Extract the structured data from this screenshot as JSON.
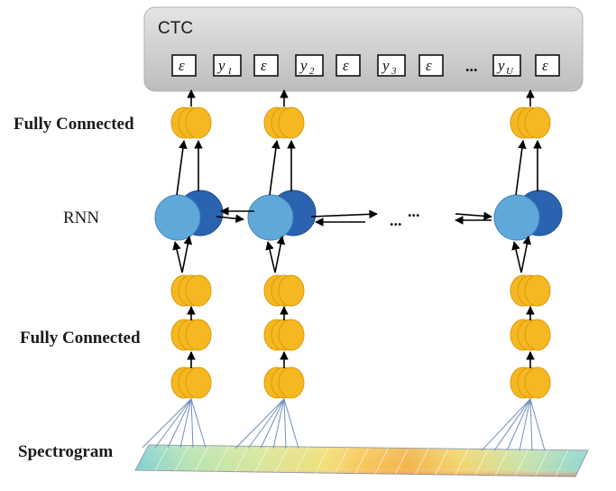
{
  "ctc": {
    "title": "CTC",
    "tokens": [
      {
        "main": "ε",
        "sub": ""
      },
      {
        "main": "y",
        "sub": "1"
      },
      {
        "main": "ε",
        "sub": ""
      },
      {
        "main": "y",
        "sub": "2"
      },
      {
        "main": "ε",
        "sub": ""
      },
      {
        "main": "y",
        "sub": "3"
      },
      {
        "main": "ε",
        "sub": ""
      },
      {
        "main": "y",
        "sub": "U"
      },
      {
        "main": "ε",
        "sub": ""
      }
    ],
    "ellipsis": "..."
  },
  "labels": {
    "fc_top": "Fully Connected",
    "rnn": "RNN",
    "fc_bottom": "Fully Connected",
    "spectrogram": "Spectrogram"
  },
  "rnn_ellipsis": "...",
  "rnn_ellipsis_top": "...",
  "colors": {
    "neuron_fill": "#f5b820",
    "neuron_stroke": "#d99a10",
    "rnn_light": "#5fa9da",
    "rnn_dark": "#2a64b0",
    "ctc_panel": "#d6d6d6",
    "connector": "#6f8fc0"
  }
}
